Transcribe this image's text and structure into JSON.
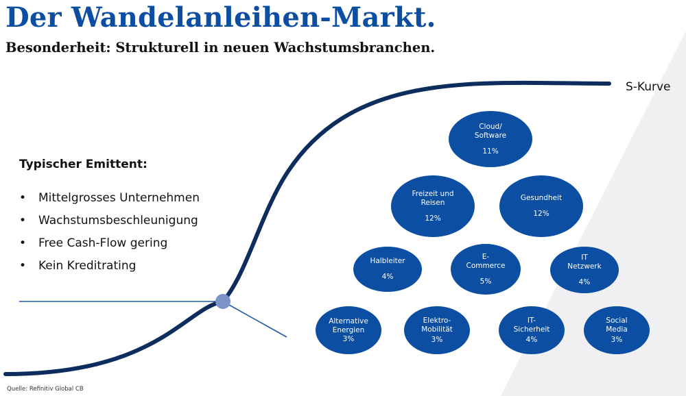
{
  "header": {
    "title": "Der Wandelanleihen-Markt.",
    "subtitle": "Besonderheit: Strukturell in neuen Wachstumsbranchen."
  },
  "curve_label": "S-Kurve",
  "issuer": {
    "heading": "Typischer Emittent:",
    "bullets": [
      "Mittelgrosses Unternehmen",
      "Wachstumsbeschleunigung",
      "Free Cash-Flow gering",
      "Kein Kreditrating"
    ]
  },
  "sectors": [
    {
      "label": "Cloud/\nSoftware",
      "pct": "11%"
    },
    {
      "label": "Freizeit und\nReisen",
      "pct": "12%"
    },
    {
      "label": "Gesundheit",
      "pct": "12%"
    },
    {
      "label": "Halbleiter",
      "pct": "4%"
    },
    {
      "label": "E-\nCommerce",
      "pct": "5%"
    },
    {
      "label": "IT\nNetzwerk",
      "pct": "4%"
    },
    {
      "label": "Alternative\nEnergien",
      "pct": "3%"
    },
    {
      "label": "Elektro-\nMobilität",
      "pct": "3%"
    },
    {
      "label": "IT-\nSicherheit",
      "pct": "4%"
    },
    {
      "label": "Social\nMedia",
      "pct": "3%"
    }
  ],
  "source": "Quelle: Refinitiv Global CB",
  "colors": {
    "title_blue": "#0b4ea2",
    "curve_navy": "#0c2d5e",
    "line_blue": "#1f5aa8",
    "bubble_blue": "#0b4ea2",
    "marker": "#7b93c6",
    "background_shape": "#f0f0f2"
  }
}
